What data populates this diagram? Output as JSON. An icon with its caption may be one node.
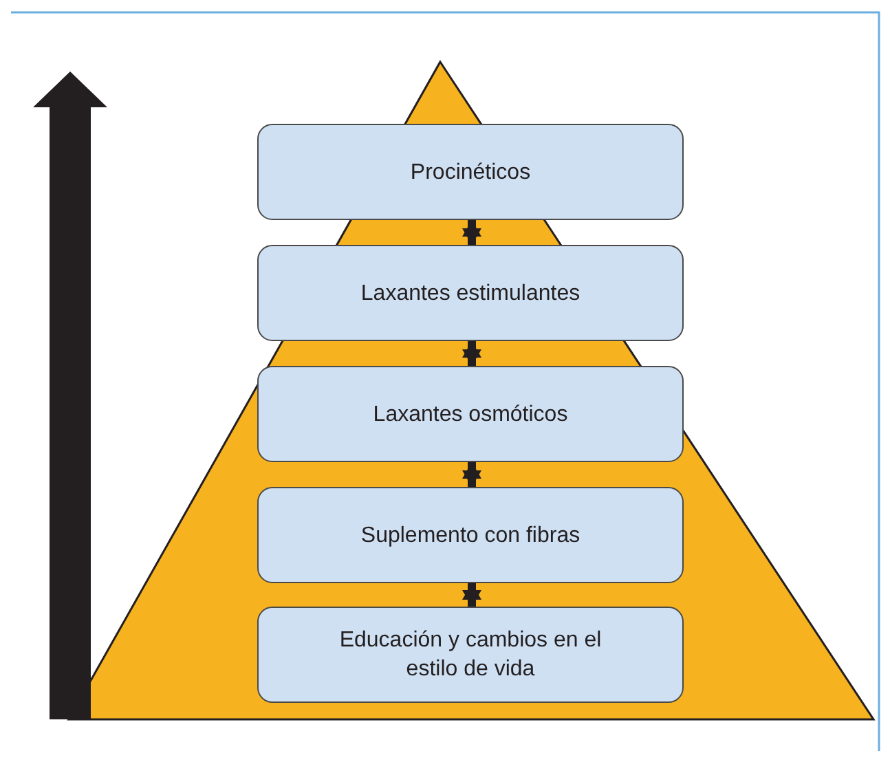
{
  "diagram": {
    "nodes": [
      {
        "text": [
          "Procinéticos"
        ]
      },
      {
        "text": [
          "Laxantes estimulantes"
        ]
      },
      {
        "text": [
          "Laxantes osmóticos"
        ]
      },
      {
        "text": [
          "Suplemento con fibras"
        ]
      },
      {
        "text": [
          "Educación y cambios en el estilo de vida"
        ]
      }
    ],
    "edges": [
      {
        "from": 0,
        "to": 1,
        "arrow": "both"
      },
      {
        "from": 1,
        "to": 2,
        "arrow": "both"
      },
      {
        "from": 2,
        "to": 3,
        "arrow": "both"
      },
      {
        "from": 3,
        "to": 4,
        "arrow": "both"
      }
    ]
  }
}
